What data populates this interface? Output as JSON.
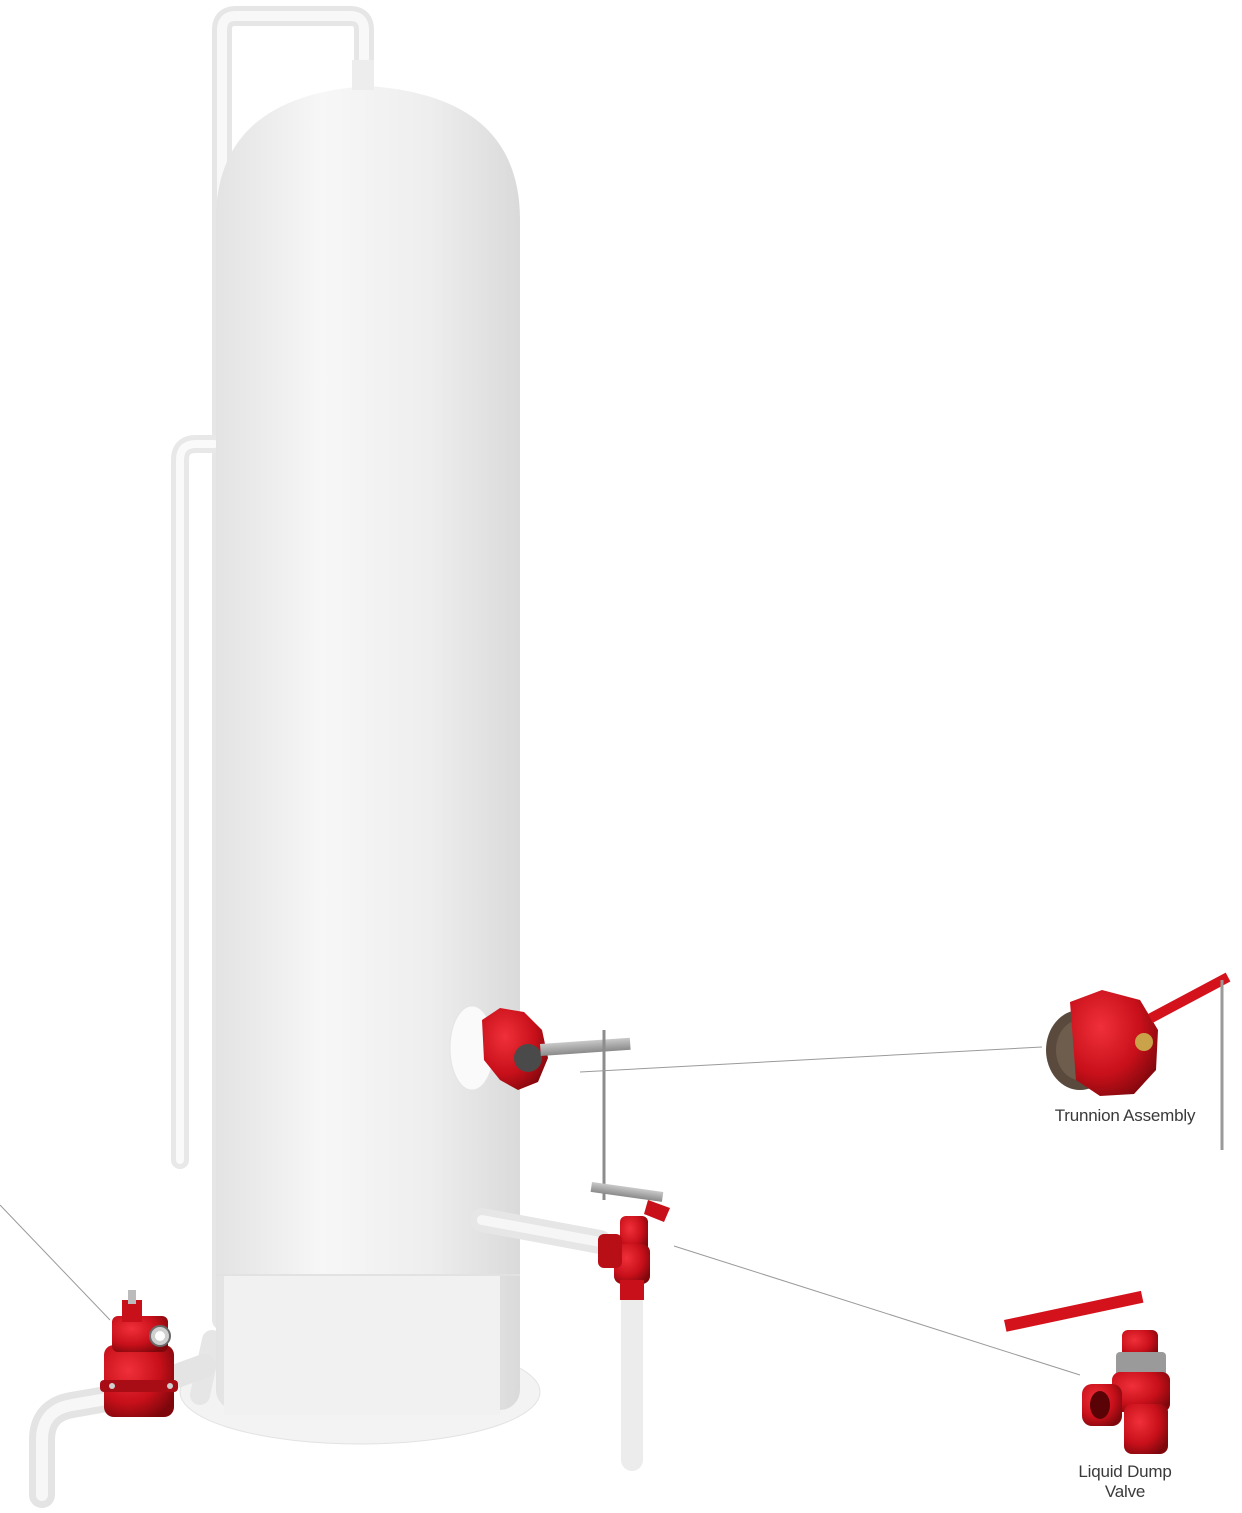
{
  "labels": {
    "trunnion_assembly": "Trunnion Assembly",
    "liquid_dump_valve": "Liquid Dump Valve"
  },
  "colors": {
    "valve_red": "#d4121c",
    "valve_dark": "#8e0a10",
    "vessel_white": "#f2f2f2",
    "vessel_shadow": "#dcdcdc",
    "leader_line": "#9a9a9a",
    "label_text": "#3a3a3a"
  },
  "icons": [
    "vessel",
    "pressure-regulator-icon",
    "trunnion-assembly-icon",
    "liquid-dump-valve-icon",
    "float-rod-icon"
  ]
}
